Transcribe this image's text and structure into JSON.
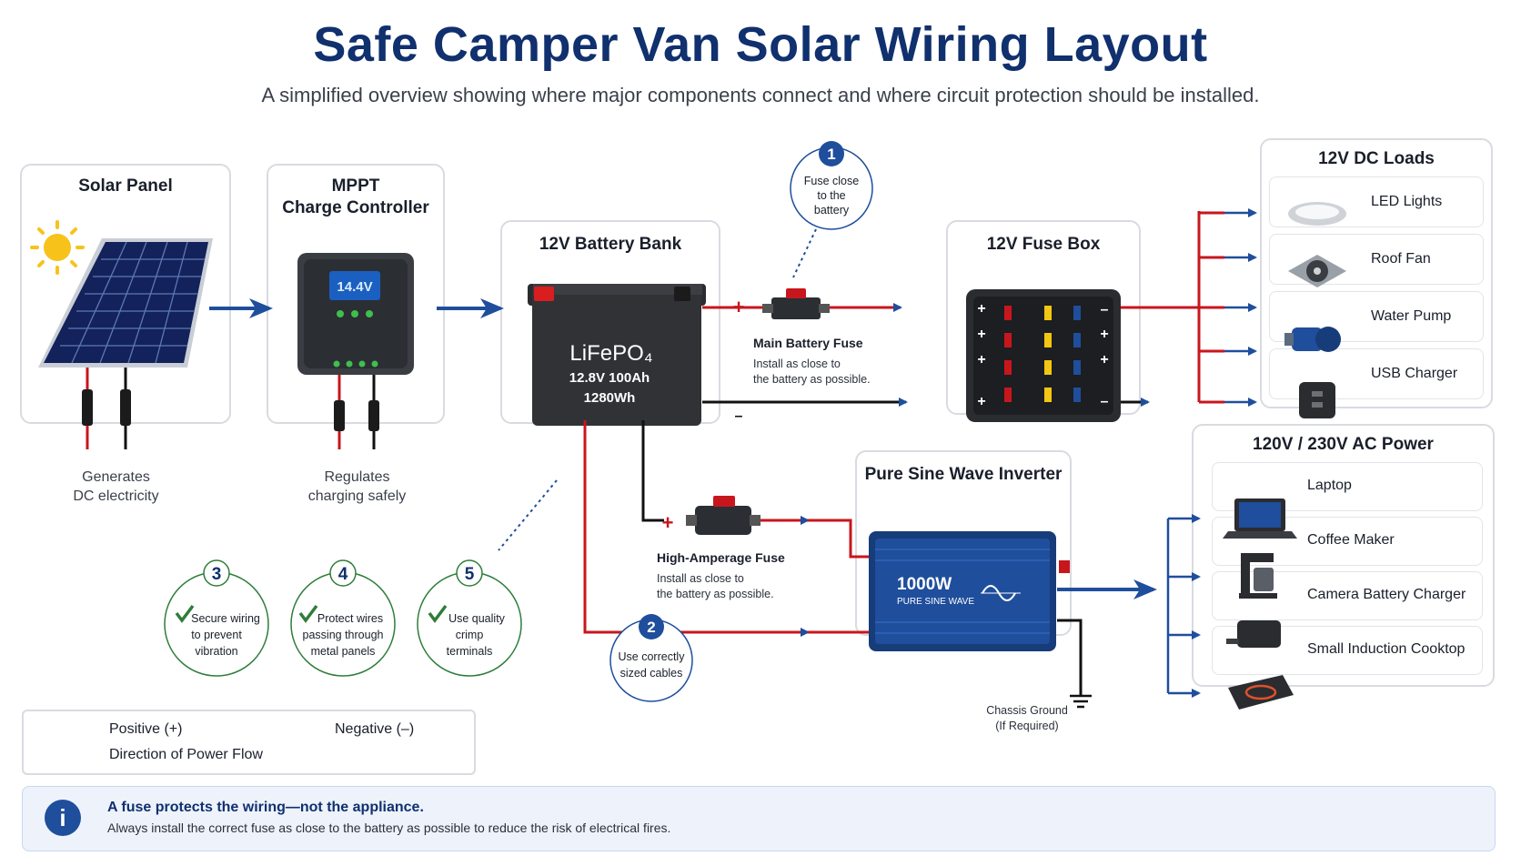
{
  "header": {
    "title": "Safe Camper Van Solar Wiring Layout",
    "subtitle": "A simplified overview showing where major components connect and where circuit protection should be installed."
  },
  "solar_panel": {
    "title": "Solar Panel",
    "caption_line1": "Generates",
    "caption_line2": "DC electricity"
  },
  "controller": {
    "title_line1": "MPPT",
    "title_line2": "Charge Controller",
    "display": "14.4V",
    "caption_line1": "Regulates",
    "caption_line2": "charging safely"
  },
  "battery": {
    "title": "12V Battery Bank",
    "chem": "LiFePO₄",
    "spec1": "12.8V  100Ah",
    "spec2": "1280Wh"
  },
  "fuse_box": {
    "title": "12V Fuse Box"
  },
  "main_fuse": {
    "title": "Main Battery Fuse",
    "note_line1": "Install as close to",
    "note_line2": "the battery as possible."
  },
  "high_amp_fuse": {
    "title": "High-Amperage Fuse",
    "note_line1": "Install as close to",
    "note_line2": "the battery as possible."
  },
  "inverter": {
    "title": "Pure Sine Wave Inverter",
    "rating": "1000W",
    "type": "PURE SINE WAVE"
  },
  "ground": {
    "line1": "Chassis Ground",
    "line2": "(If Required)"
  },
  "dc_loads": {
    "title": "12V DC Loads",
    "items": [
      {
        "label": "LED Lights",
        "icon": "led-light-icon"
      },
      {
        "label": "Roof Fan",
        "icon": "roof-fan-icon"
      },
      {
        "label": "Water Pump",
        "icon": "water-pump-icon"
      },
      {
        "label": "USB Charger",
        "icon": "usb-charger-icon"
      }
    ]
  },
  "ac_loads": {
    "title": "120V / 230V AC Power",
    "items": [
      {
        "label": "Laptop",
        "icon": "laptop-icon"
      },
      {
        "label": "Coffee Maker",
        "icon": "coffee-maker-icon"
      },
      {
        "label": "Camera Battery Charger",
        "icon": "camera-charger-icon"
      },
      {
        "label": "Small Induction Cooktop",
        "icon": "induction-cooktop-icon"
      }
    ]
  },
  "callouts": {
    "c1": {
      "num": "1",
      "line1": "Fuse close",
      "line2": "to the",
      "line3": "battery"
    },
    "c2": {
      "num": "2",
      "line1": "Use correctly",
      "line2": "sized cables"
    },
    "c3": {
      "num": "3",
      "line1": "Secure wiring",
      "line2": "to prevent",
      "line3": "vibration"
    },
    "c4": {
      "num": "4",
      "line1": "Protect wires",
      "line2": "passing through",
      "line3": "metal panels"
    },
    "c5": {
      "num": "5",
      "line1": "Use quality",
      "line2": "crimp",
      "line3": "terminals"
    }
  },
  "legend": {
    "positive": "Positive (+)",
    "negative": "Negative (–)",
    "flow": "Direction of Power Flow"
  },
  "info": {
    "icon": "i",
    "headline": "A fuse protects the wiring—not the appliance.",
    "body": "Always install the correct fuse as close to the battery as possible to reduce the risk of electrical fires."
  },
  "colors": {
    "positive": "#c8161d",
    "negative": "#111111",
    "flow": "#1f4e9c",
    "navy": "#10306e",
    "green": "#2f7d3a"
  }
}
